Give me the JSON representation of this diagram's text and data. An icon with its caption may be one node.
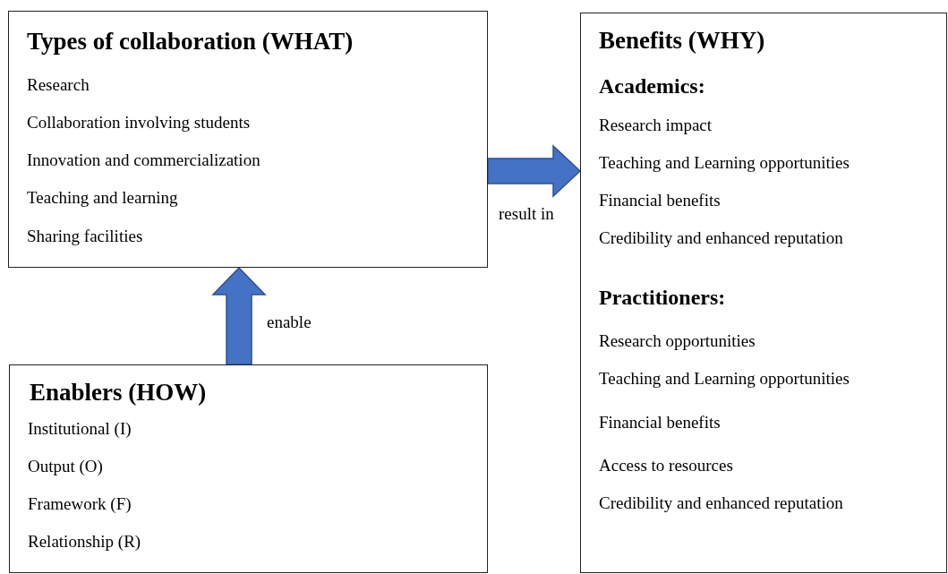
{
  "diagram": {
    "nodes": [
      {
        "text": [
          "Types of collaboration (WHAT)",
          "Research",
          "Collaboration involving students",
          "Innovation and commercialization",
          "Teaching and learning",
          "Sharing facilities"
        ]
      },
      {
        "text": [
          "Benefits (WHY)",
          "Academics:",
          "Research impact",
          "Teaching and Learning opportunities",
          "Financial benefits",
          "Credibility and enhanced reputation",
          "Practitioners:",
          "Research opportunities",
          "Teaching and Learning opportunities",
          "Financial benefits",
          "Access to resources",
          "Credibility and enhanced reputation"
        ]
      },
      {
        "text": [
          "Enablers (HOW)",
          "Institutional (I)",
          "Output (O)",
          "Framework (F)",
          "Relationship (R)"
        ]
      }
    ],
    "edges": [
      {
        "from": 2,
        "to": 0,
        "arrow": "to",
        "label": "enable"
      },
      {
        "from": 0,
        "to": 1,
        "arrow": "to",
        "label": "result in"
      }
    ]
  }
}
